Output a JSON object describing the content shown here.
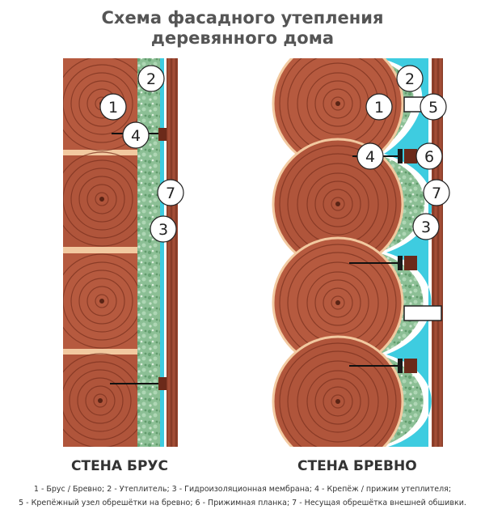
{
  "title": {
    "line1": "Схема фасадного утепления",
    "line2": "деревянного дома"
  },
  "panels": [
    {
      "caption": "СТЕНА БРУС"
    },
    {
      "caption": "СТЕНА БРЕВНО"
    }
  ],
  "markers": {
    "left": [
      "2",
      "1",
      "4",
      "7",
      "3"
    ],
    "right": [
      "2",
      "1",
      "5",
      "4",
      "6",
      "7",
      "3"
    ]
  },
  "legend": {
    "line1": "1 - Брус / Бревно; 2 - Утеплитель; 3 - Гидроизоляционная мембрана; 4 - Крепёж / прижим утеплителя;",
    "line2": "5 - Крепёжный узел обрешётки на бревно; 6 - Прижимная планка; 7 - Несущая обрешётка внешней обшивки."
  },
  "colors": {
    "wood": "#b65a3f",
    "wood_ring": "#7c321f",
    "seam": "#f2c9a0",
    "insulation": "#7fb38a",
    "membrane": "#3ecce0",
    "batten": "#6a2f22",
    "fastener": "#6b2a1a"
  }
}
